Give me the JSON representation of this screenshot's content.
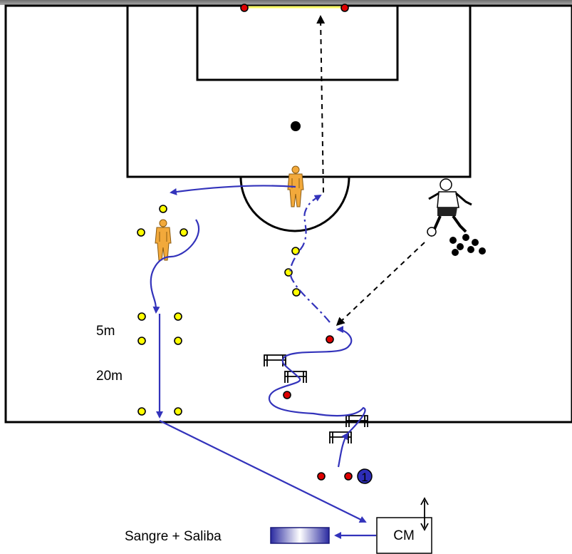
{
  "labels": {
    "five_m": "5m",
    "twenty_m": "20m",
    "blood_saliva": "Sangre + Saliba",
    "cm": "CM",
    "player_number": "1"
  },
  "colors": {
    "path_blue": "#3333bb",
    "cone_yellow": "#ffff00",
    "cone_red": "#dd0000",
    "mannequin_orange": "#f2a93b",
    "goal_line": "#ffff66",
    "tube_blue": "#3a3ac8"
  },
  "icons": [
    "mannequin-icon",
    "soccer-player-icon",
    "ball-icon",
    "hurdle-icon",
    "cone-icon",
    "vertical-arrow-icon",
    "sample-tube-icon"
  ]
}
